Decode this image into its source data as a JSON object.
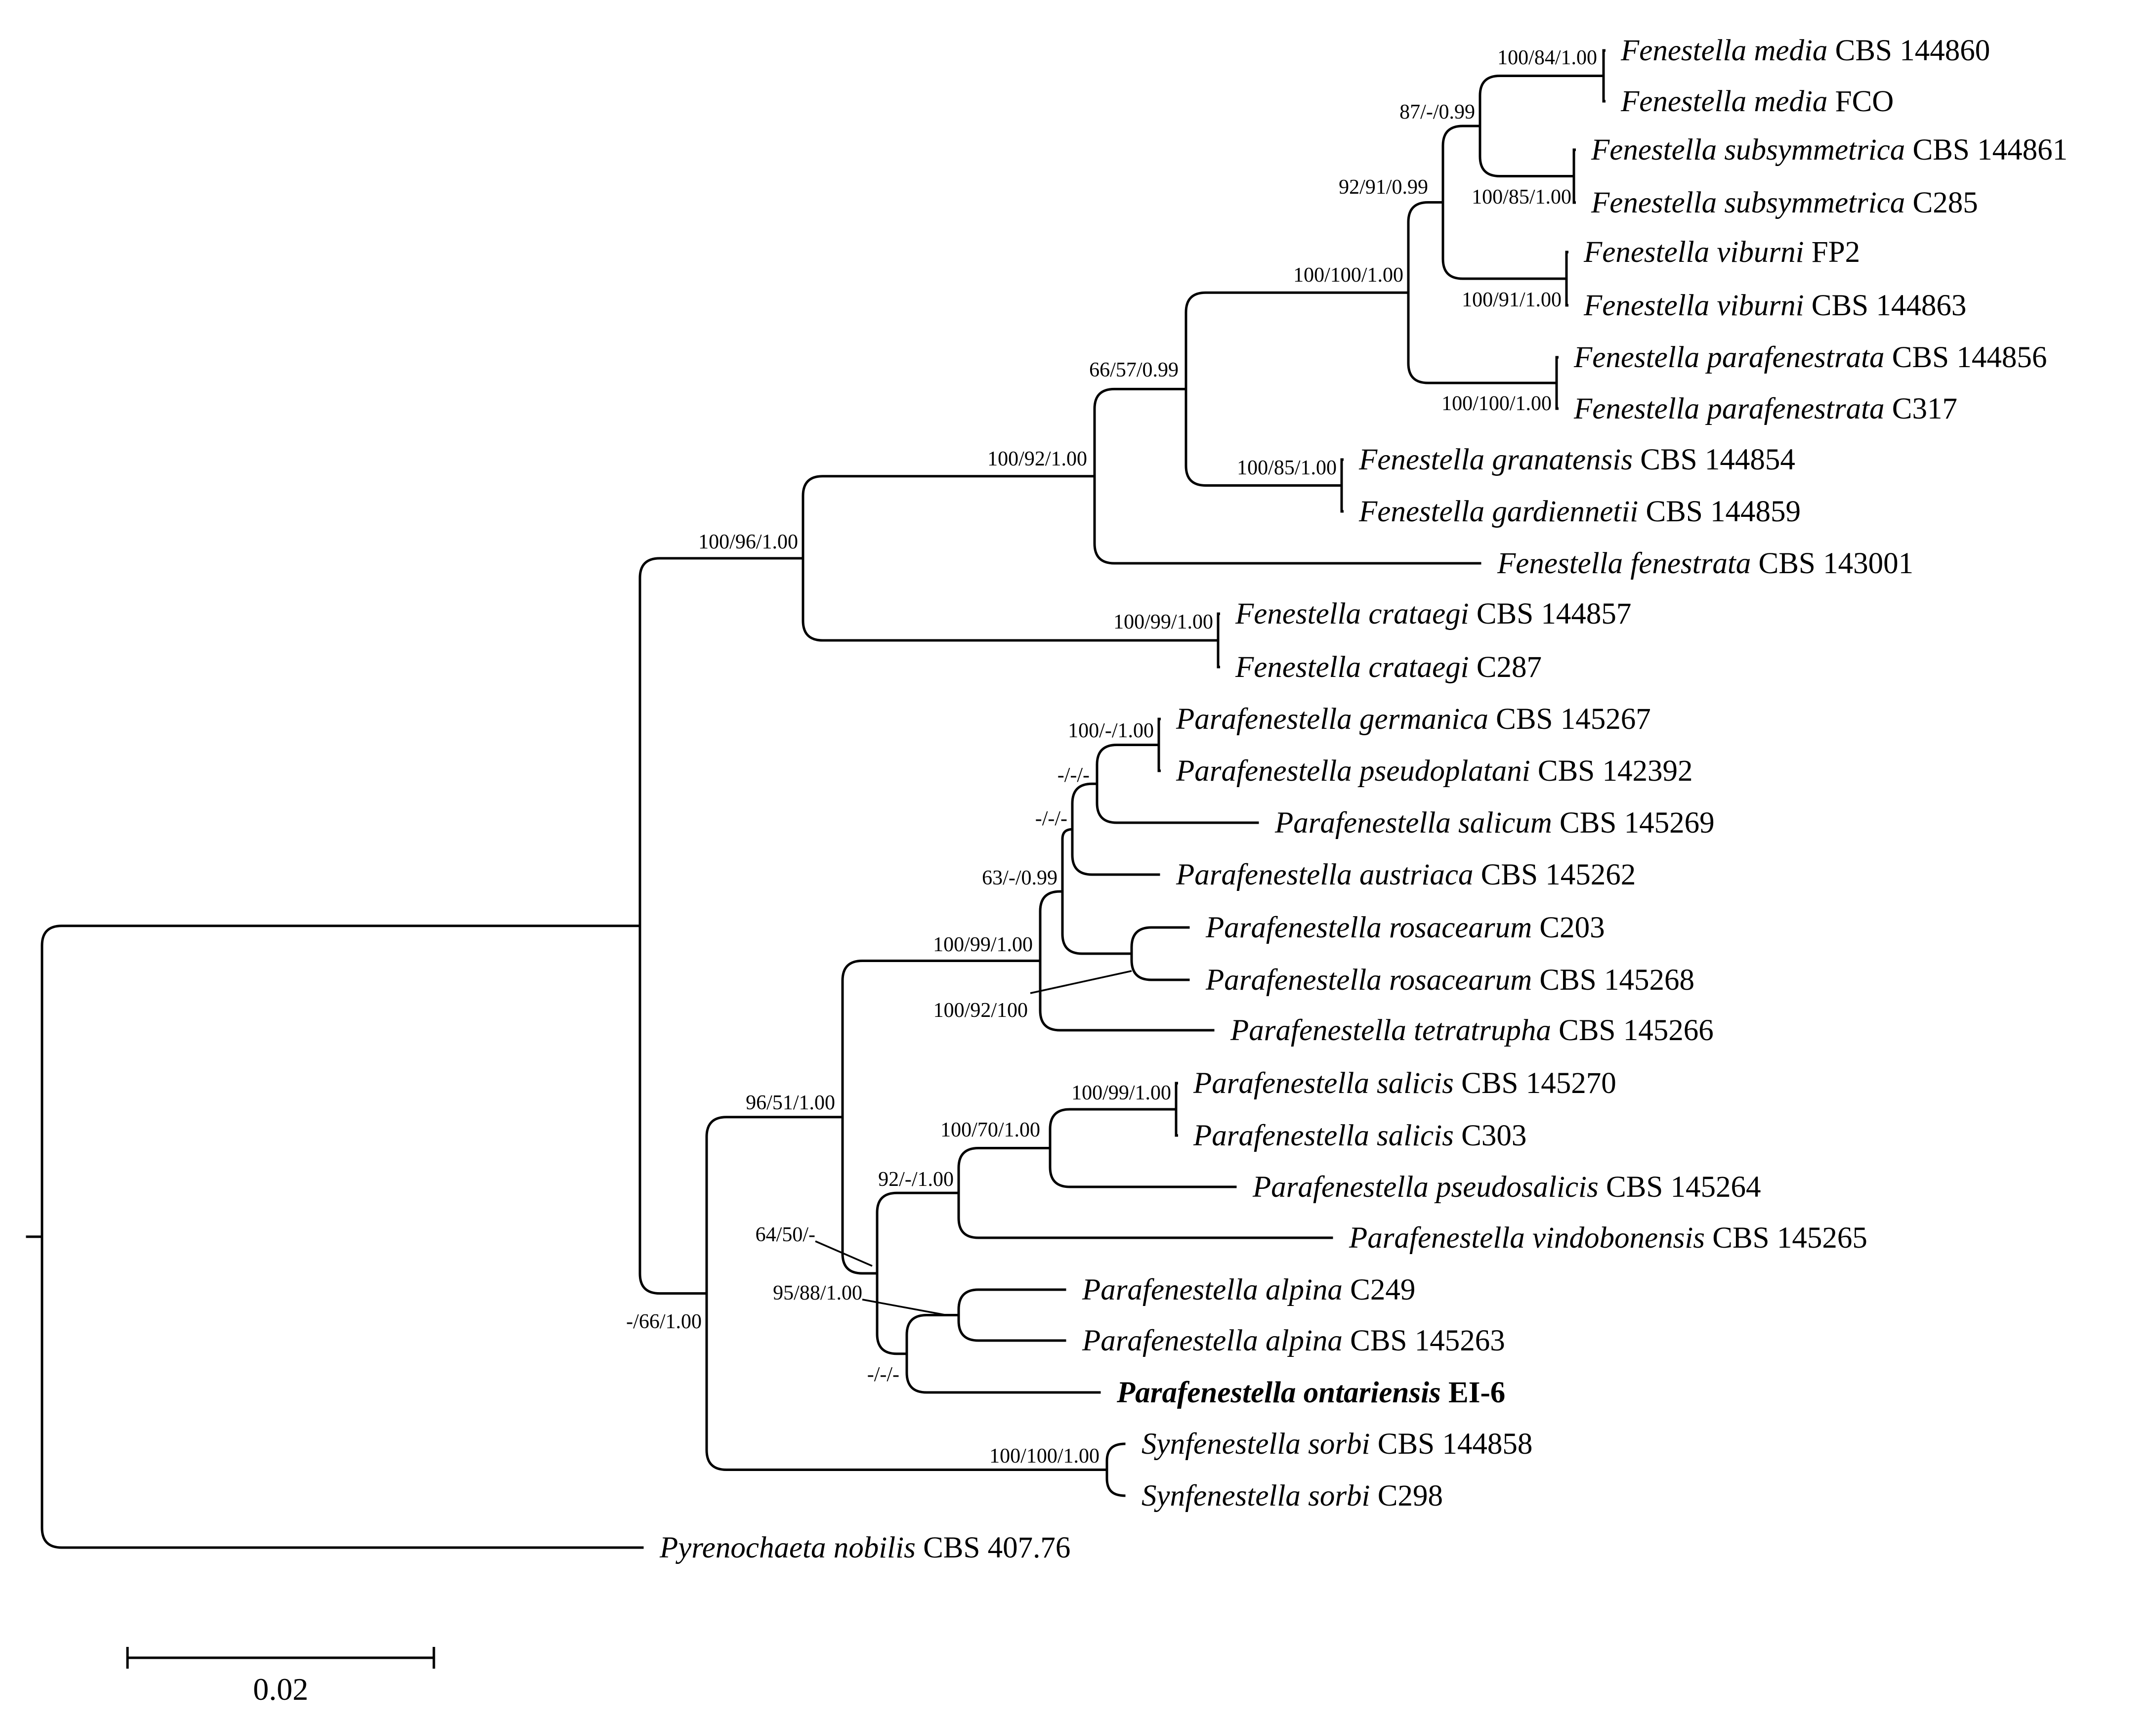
{
  "accent_color": "#000000",
  "taxa": [
    {
      "name": "Fenestella media",
      "strain": "CBS 144860"
    },
    {
      "name": "Fenestella media",
      "strain": "FCO"
    },
    {
      "name": "Fenestella subsymmetrica",
      "strain": "CBS 144861"
    },
    {
      "name": "Fenestella subsymmetrica",
      "strain": "C285"
    },
    {
      "name": "Fenestella viburni",
      "strain": "FP2"
    },
    {
      "name": "Fenestella viburni",
      "strain": "CBS 144863"
    },
    {
      "name": "Fenestella parafenestrata",
      "strain": "CBS 144856"
    },
    {
      "name": "Fenestella parafenestrata",
      "strain": "C317"
    },
    {
      "name": "Fenestella granatensis",
      "strain": "CBS 144854"
    },
    {
      "name": "Fenestella gardiennetii",
      "strain": "CBS 144859"
    },
    {
      "name": "Fenestella fenestrata",
      "strain": "CBS 143001"
    },
    {
      "name": "Fenestella crataegi",
      "strain": "CBS 144857"
    },
    {
      "name": "Fenestella crataegi",
      "strain": "C287"
    },
    {
      "name": "Parafenestella germanica",
      "strain": "CBS 145267"
    },
    {
      "name": "Parafenestella pseudoplatani",
      "strain": "CBS 142392"
    },
    {
      "name": "Parafenestella salicum",
      "strain": "CBS 145269"
    },
    {
      "name": "Parafenestella austriaca",
      "strain": "CBS 145262"
    },
    {
      "name": "Parafenestella rosacearum",
      "strain": "C203"
    },
    {
      "name": "Parafenestella rosacearum",
      "strain": "CBS 145268"
    },
    {
      "name": "Parafenestella tetratrupha",
      "strain": "CBS 145266"
    },
    {
      "name": "Parafenestella salicis",
      "strain": "CBS 145270"
    },
    {
      "name": "Parafenestella salicis",
      "strain": "C303"
    },
    {
      "name": "Parafenestella pseudosalicis",
      "strain": "CBS 145264"
    },
    {
      "name": "Parafenestella vindobonensis",
      "strain": "CBS 145265"
    },
    {
      "name": "Parafenestella alpina",
      "strain": "C249"
    },
    {
      "name": "Parafenestella alpina",
      "strain": "CBS 145263"
    },
    {
      "name": "Parafenestella ontariensis",
      "strain": "EI-6",
      "bold": true
    },
    {
      "name": "Synfenestella sorbi",
      "strain": "CBS 144858"
    },
    {
      "name": "Synfenestella sorbi",
      "strain": "C298"
    },
    {
      "name": "Pyrenochaeta nobilis",
      "strain": "CBS 407.76"
    }
  ],
  "support_values": [
    "100/84/1.00",
    "87/-/0.99",
    "100/85/1.00",
    "92/91/0.99",
    "100/91/1.00",
    "100/100/1.00",
    "100/100/1.00",
    "66/57/0.99",
    "100/85/1.00",
    "100/92/1.00",
    "100/96/1.00",
    "100/99/1.00",
    "100/-/1.00",
    "-/-/-",
    "-/-/-",
    "63/-/0.99",
    "100/99/1.00",
    "100/92/100",
    "96/51/1.00",
    "100/99/1.00",
    "100/70/1.00",
    "92/-/1.00",
    "64/50/-",
    "95/88/1.00",
    "-/-/-",
    "-/66/1.00",
    "100/100/1.00"
  ],
  "scale_bar": {
    "label": "0.02"
  }
}
